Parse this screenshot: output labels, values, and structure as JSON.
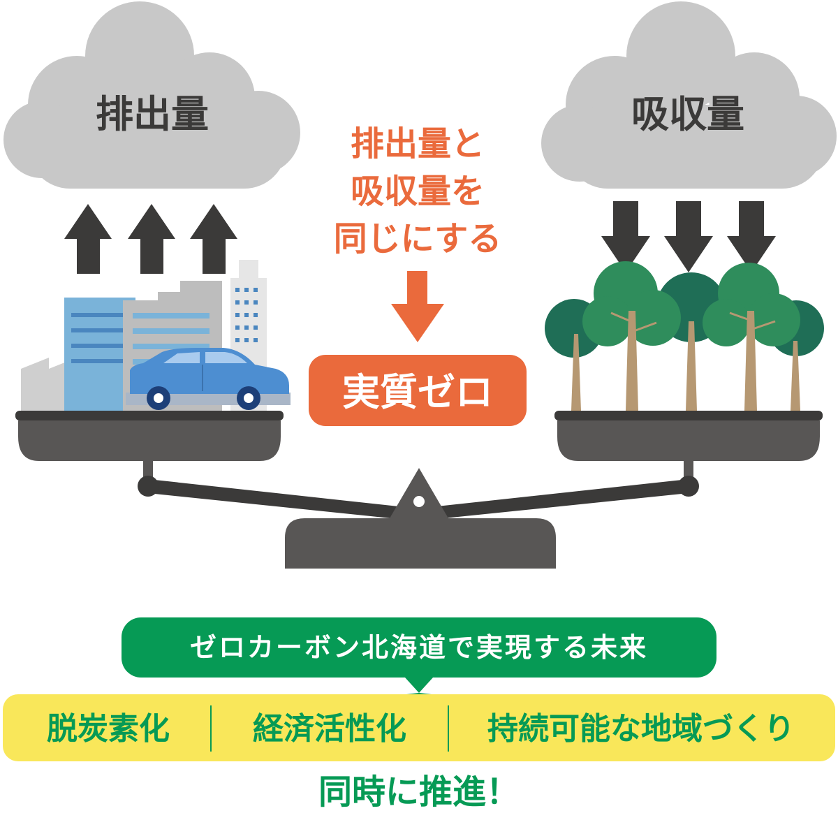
{
  "left_cloud": {
    "label": "排出量"
  },
  "right_cloud": {
    "label": "吸収量"
  },
  "center": {
    "lines": [
      "排出量と",
      "吸収量を",
      "同じにする"
    ],
    "badge": "実質ゼロ"
  },
  "banner": {
    "label": "ゼロカーボン北海道で実現する未来"
  },
  "goals": {
    "items": [
      "脱炭素化",
      "経済活性化",
      "持続可能な地域づくり"
    ]
  },
  "footer": {
    "label": "同時に推進！"
  },
  "colors": {
    "cloud": "#c8c8c8",
    "text_dark": "#3b3a39",
    "orange": "#ea6a3c",
    "green": "#069a55",
    "yellow": "#f9e75a",
    "scale": "#585655"
  }
}
